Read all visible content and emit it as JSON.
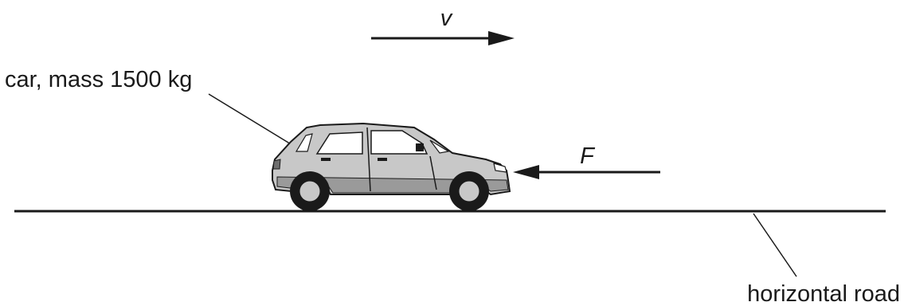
{
  "labels": {
    "velocity": "v",
    "force": "F",
    "car": "car, mass 1500 kg",
    "road": "horizontal road"
  },
  "colors": {
    "ink": "#1a1a1a",
    "car_body": "#c8c8c8",
    "car_dark": "#6e6e6e",
    "window": "#ffffff",
    "tyre": "#1a1a1a"
  }
}
